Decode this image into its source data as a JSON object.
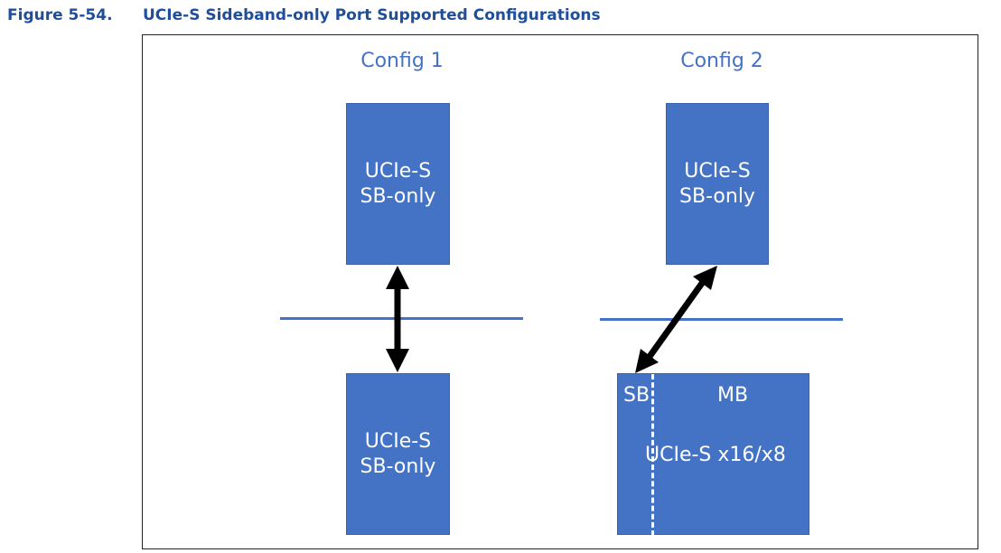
{
  "figure": {
    "number": "Figure 5-54.",
    "title": "UCIe-S Sideband-only Port Supported Configurations"
  },
  "config1": {
    "title": "Config 1",
    "top_box": {
      "line1": "UCIe-S",
      "line2": "SB-only"
    },
    "bottom_box": {
      "line1": "UCIe-S",
      "line2": "SB-only"
    }
  },
  "config2": {
    "title": "Config 2",
    "top_box": {
      "line1": "UCIe-S",
      "line2": "SB-only"
    },
    "bottom_box": {
      "sb_label": "SB",
      "mb_label": "MB",
      "name": "UCIe-S x16/x8"
    }
  },
  "colors": {
    "caption": "#1f4e9a",
    "box_fill": "#4472c4",
    "arrow": "#000000"
  }
}
